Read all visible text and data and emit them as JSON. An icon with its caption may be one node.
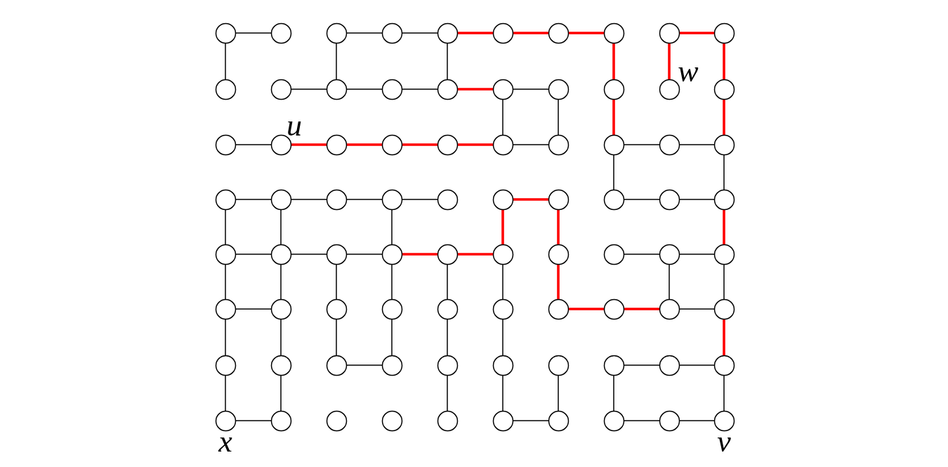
{
  "diagram": {
    "nodes": [
      {
        "text": [],
        "shape": "circle"
      },
      {
        "text": [],
        "shape": "circle"
      },
      {
        "text": [],
        "shape": "circle"
      },
      {
        "text": [],
        "shape": "circle"
      },
      {
        "text": [],
        "shape": "circle"
      },
      {
        "text": [],
        "shape": "circle"
      },
      {
        "text": [],
        "shape": "circle"
      },
      {
        "text": [],
        "shape": "circle"
      },
      {
        "text": [],
        "shape": "circle"
      },
      {
        "text": [],
        "shape": "circle"
      },
      {
        "text": [],
        "shape": "circle"
      },
      {
        "text": [],
        "shape": "circle"
      },
      {
        "text": [],
        "shape": "circle"
      },
      {
        "text": [],
        "shape": "circle"
      },
      {
        "text": [],
        "shape": "circle"
      },
      {
        "text": [],
        "shape": "circle"
      },
      {
        "text": [],
        "shape": "circle"
      },
      {
        "text": [],
        "shape": "circle"
      },
      {
        "text": [],
        "shape": "circle",
        "beside": [
          "w"
        ]
      },
      {
        "text": [],
        "shape": "circle"
      },
      {
        "text": [],
        "shape": "circle"
      },
      {
        "text": [],
        "shape": "circle",
        "beside": [
          "u"
        ]
      },
      {
        "text": [],
        "shape": "circle"
      },
      {
        "text": [],
        "shape": "circle"
      },
      {
        "text": [],
        "shape": "circle"
      },
      {
        "text": [],
        "shape": "circle"
      },
      {
        "text": [],
        "shape": "circle"
      },
      {
        "text": [],
        "shape": "circle"
      },
      {
        "text": [],
        "shape": "circle"
      },
      {
        "text": [],
        "shape": "circle"
      },
      {
        "text": [],
        "shape": "circle"
      },
      {
        "text": [],
        "shape": "circle"
      },
      {
        "text": [],
        "shape": "circle"
      },
      {
        "text": [],
        "shape": "circle"
      },
      {
        "text": [],
        "shape": "circle"
      },
      {
        "text": [],
        "shape": "circle"
      },
      {
        "text": [],
        "shape": "circle"
      },
      {
        "text": [],
        "shape": "circle"
      },
      {
        "text": [],
        "shape": "circle"
      },
      {
        "text": [],
        "shape": "circle"
      },
      {
        "text": [],
        "shape": "circle"
      },
      {
        "text": [],
        "shape": "circle"
      },
      {
        "text": [],
        "shape": "circle"
      },
      {
        "text": [],
        "shape": "circle"
      },
      {
        "text": [],
        "shape": "circle"
      },
      {
        "text": [],
        "shape": "circle"
      },
      {
        "text": [],
        "shape": "circle"
      },
      {
        "text": [],
        "shape": "circle"
      },
      {
        "text": [],
        "shape": "circle"
      },
      {
        "text": [],
        "shape": "circle"
      },
      {
        "text": [],
        "shape": "circle"
      },
      {
        "text": [],
        "shape": "circle"
      },
      {
        "text": [],
        "shape": "circle"
      },
      {
        "text": [],
        "shape": "circle"
      },
      {
        "text": [],
        "shape": "circle"
      },
      {
        "text": [],
        "shape": "circle"
      },
      {
        "text": [],
        "shape": "circle"
      },
      {
        "text": [],
        "shape": "circle"
      },
      {
        "text": [],
        "shape": "circle"
      },
      {
        "text": [],
        "shape": "circle"
      },
      {
        "text": [],
        "shape": "circle"
      },
      {
        "text": [],
        "shape": "circle"
      },
      {
        "text": [],
        "shape": "circle"
      },
      {
        "text": [],
        "shape": "circle"
      },
      {
        "text": [],
        "shape": "circle"
      },
      {
        "text": [],
        "shape": "circle"
      },
      {
        "text": [],
        "shape": "circle"
      },
      {
        "text": [],
        "shape": "circle"
      },
      {
        "text": [],
        "shape": "circle"
      },
      {
        "text": [],
        "shape": "circle"
      },
      {
        "text": [],
        "shape": "circle",
        "beside": [
          "x"
        ]
      },
      {
        "text": [],
        "shape": "circle"
      },
      {
        "text": [],
        "shape": "circle"
      },
      {
        "text": [],
        "shape": "circle"
      },
      {
        "text": [],
        "shape": "circle"
      },
      {
        "text": [],
        "shape": "circle"
      },
      {
        "text": [],
        "shape": "circle"
      },
      {
        "text": [],
        "shape": "circle"
      },
      {
        "text": [],
        "shape": "circle"
      },
      {
        "text": [],
        "shape": "circle",
        "beside": [
          "v"
        ]
      }
    ],
    "edges": [
      {
        "from": 0,
        "to": 1,
        "arrow": "none"
      },
      {
        "from": 2,
        "to": 3,
        "arrow": "none"
      },
      {
        "from": 3,
        "to": 4,
        "arrow": "none"
      },
      {
        "from": 4,
        "to": 5,
        "arrow": "none",
        "style": "thick",
        "color": "#ff0000"
      },
      {
        "from": 5,
        "to": 6,
        "arrow": "none",
        "style": "thick",
        "color": "#ff0000"
      },
      {
        "from": 6,
        "to": 7,
        "arrow": "none",
        "style": "thick",
        "color": "#ff0000"
      },
      {
        "from": 8,
        "to": 9,
        "arrow": "none",
        "style": "thick",
        "color": "#ff0000"
      },
      {
        "from": 0,
        "to": 10,
        "arrow": "none"
      },
      {
        "from": 2,
        "to": 12,
        "arrow": "none"
      },
      {
        "from": 4,
        "to": 14,
        "arrow": "none"
      },
      {
        "from": 7,
        "to": 17,
        "arrow": "none",
        "style": "thick",
        "color": "#ff0000"
      },
      {
        "from": 8,
        "to": 18,
        "arrow": "none",
        "style": "thick",
        "color": "#ff0000"
      },
      {
        "from": 9,
        "to": 19,
        "arrow": "none",
        "style": "thick",
        "color": "#ff0000"
      },
      {
        "from": 11,
        "to": 12,
        "arrow": "none"
      },
      {
        "from": 12,
        "to": 13,
        "arrow": "none"
      },
      {
        "from": 13,
        "to": 14,
        "arrow": "none"
      },
      {
        "from": 14,
        "to": 15,
        "arrow": "none",
        "style": "thick",
        "color": "#ff0000"
      },
      {
        "from": 15,
        "to": 16,
        "arrow": "none"
      },
      {
        "from": 15,
        "to": 25,
        "arrow": "none"
      },
      {
        "from": 16,
        "to": 26,
        "arrow": "none"
      },
      {
        "from": 17,
        "to": 27,
        "arrow": "none",
        "style": "thick",
        "color": "#ff0000"
      },
      {
        "from": 19,
        "to": 29,
        "arrow": "none",
        "style": "thick",
        "color": "#ff0000"
      },
      {
        "from": 20,
        "to": 21,
        "arrow": "none"
      },
      {
        "from": 21,
        "to": 22,
        "arrow": "none",
        "style": "thick",
        "color": "#ff0000"
      },
      {
        "from": 22,
        "to": 23,
        "arrow": "none",
        "style": "thick",
        "color": "#ff0000"
      },
      {
        "from": 23,
        "to": 24,
        "arrow": "none",
        "style": "thick",
        "color": "#ff0000"
      },
      {
        "from": 24,
        "to": 25,
        "arrow": "none",
        "style": "thick",
        "color": "#ff0000"
      },
      {
        "from": 25,
        "to": 26,
        "arrow": "none"
      },
      {
        "from": 27,
        "to": 28,
        "arrow": "none"
      },
      {
        "from": 28,
        "to": 29,
        "arrow": "none"
      },
      {
        "from": 27,
        "to": 37,
        "arrow": "none"
      },
      {
        "from": 29,
        "to": 39,
        "arrow": "none"
      },
      {
        "from": 30,
        "to": 31,
        "arrow": "none"
      },
      {
        "from": 31,
        "to": 32,
        "arrow": "none"
      },
      {
        "from": 32,
        "to": 33,
        "arrow": "none"
      },
      {
        "from": 33,
        "to": 34,
        "arrow": "none"
      },
      {
        "from": 35,
        "to": 36,
        "arrow": "none",
        "style": "thick",
        "color": "#ff0000"
      },
      {
        "from": 37,
        "to": 38,
        "arrow": "none"
      },
      {
        "from": 38,
        "to": 39,
        "arrow": "none"
      },
      {
        "from": 30,
        "to": 40,
        "arrow": "none"
      },
      {
        "from": 31,
        "to": 41,
        "arrow": "none"
      },
      {
        "from": 33,
        "to": 43,
        "arrow": "none"
      },
      {
        "from": 35,
        "to": 45,
        "arrow": "none",
        "style": "thick",
        "color": "#ff0000"
      },
      {
        "from": 36,
        "to": 46,
        "arrow": "none",
        "style": "thick",
        "color": "#ff0000"
      },
      {
        "from": 39,
        "to": 49,
        "arrow": "none",
        "style": "thick",
        "color": "#ff0000"
      },
      {
        "from": 40,
        "to": 41,
        "arrow": "none"
      },
      {
        "from": 41,
        "to": 42,
        "arrow": "none"
      },
      {
        "from": 42,
        "to": 43,
        "arrow": "none"
      },
      {
        "from": 43,
        "to": 44,
        "arrow": "none",
        "style": "thick",
        "color": "#ff0000"
      },
      {
        "from": 44,
        "to": 45,
        "arrow": "none",
        "style": "thick",
        "color": "#ff0000"
      },
      {
        "from": 47,
        "to": 48,
        "arrow": "none"
      },
      {
        "from": 48,
        "to": 49,
        "arrow": "none"
      },
      {
        "from": 40,
        "to": 50,
        "arrow": "none"
      },
      {
        "from": 41,
        "to": 51,
        "arrow": "none"
      },
      {
        "from": 42,
        "to": 52,
        "arrow": "none"
      },
      {
        "from": 43,
        "to": 53,
        "arrow": "none"
      },
      {
        "from": 44,
        "to": 54,
        "arrow": "none"
      },
      {
        "from": 45,
        "to": 55,
        "arrow": "none"
      },
      {
        "from": 46,
        "to": 56,
        "arrow": "none",
        "style": "thick",
        "color": "#ff0000"
      },
      {
        "from": 48,
        "to": 58,
        "arrow": "none"
      },
      {
        "from": 49,
        "to": 59,
        "arrow": "none"
      },
      {
        "from": 50,
        "to": 51,
        "arrow": "none"
      },
      {
        "from": 56,
        "to": 57,
        "arrow": "none",
        "style": "thick",
        "color": "#ff0000"
      },
      {
        "from": 57,
        "to": 58,
        "arrow": "none",
        "style": "thick",
        "color": "#ff0000"
      },
      {
        "from": 58,
        "to": 59,
        "arrow": "none"
      },
      {
        "from": 50,
        "to": 60,
        "arrow": "none"
      },
      {
        "from": 51,
        "to": 61,
        "arrow": "none"
      },
      {
        "from": 52,
        "to": 62,
        "arrow": "none"
      },
      {
        "from": 53,
        "to": 63,
        "arrow": "none"
      },
      {
        "from": 54,
        "to": 64,
        "arrow": "none"
      },
      {
        "from": 55,
        "to": 65,
        "arrow": "none"
      },
      {
        "from": 59,
        "to": 69,
        "arrow": "none",
        "style": "thick",
        "color": "#ff0000"
      },
      {
        "from": 62,
        "to": 63,
        "arrow": "none"
      },
      {
        "from": 67,
        "to": 68,
        "arrow": "none"
      },
      {
        "from": 68,
        "to": 69,
        "arrow": "none"
      },
      {
        "from": 60,
        "to": 70,
        "arrow": "none"
      },
      {
        "from": 61,
        "to": 71,
        "arrow": "none"
      },
      {
        "from": 64,
        "to": 74,
        "arrow": "none"
      },
      {
        "from": 65,
        "to": 75,
        "arrow": "none"
      },
      {
        "from": 66,
        "to": 76,
        "arrow": "none"
      },
      {
        "from": 67,
        "to": 77,
        "arrow": "none"
      },
      {
        "from": 69,
        "to": 79,
        "arrow": "none"
      },
      {
        "from": 70,
        "to": 71,
        "arrow": "none"
      },
      {
        "from": 75,
        "to": 76,
        "arrow": "none"
      },
      {
        "from": 77,
        "to": 78,
        "arrow": "none"
      },
      {
        "from": 78,
        "to": 79,
        "arrow": "none"
      }
    ]
  }
}
